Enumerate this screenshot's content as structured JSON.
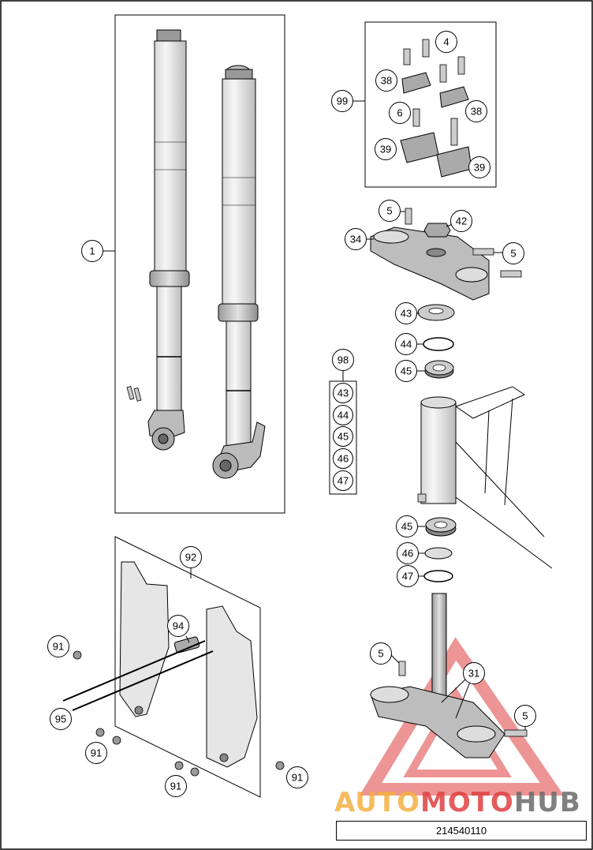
{
  "diagram_code": "214540110",
  "watermark": {
    "part1": "AUTO",
    "part2": "MOTO",
    "part3": "HUB",
    "color_orange": "#f5b042",
    "color_red": "#e04040",
    "color_gray": "#6a6a6a"
  },
  "callouts": {
    "fork_assembly": "1",
    "screw_kit": "4",
    "handlebar_screw_upper": "5",
    "handlebar_screw_side": "5",
    "stem_screw_left": "5",
    "stem_screw_right": "5",
    "screw_short": "6",
    "steering_stem": "31",
    "top_triple_clamp": "34",
    "handlebar_clamp_right": "38",
    "handlebar_clamp_left": "38",
    "clamp_lower_left": "39",
    "clamp_lower_right": "39",
    "stem_nut": "42",
    "washer": "43",
    "seal_ring_upper": "44",
    "bearing_upper": "45",
    "bearing_lower": "45",
    "seal_lower": "46",
    "oring_lower": "47",
    "screw_left_top": "91",
    "screw_left_mid": "91",
    "screw_bottom": "91",
    "screw_right": "91",
    "fork_protector": "92",
    "brake_line_holder": "94",
    "long_bolts": "95",
    "bearing_kit": "98",
    "clamp_kit": "99",
    "kit_98_items": [
      "43",
      "44",
      "45",
      "46",
      "47"
    ]
  }
}
